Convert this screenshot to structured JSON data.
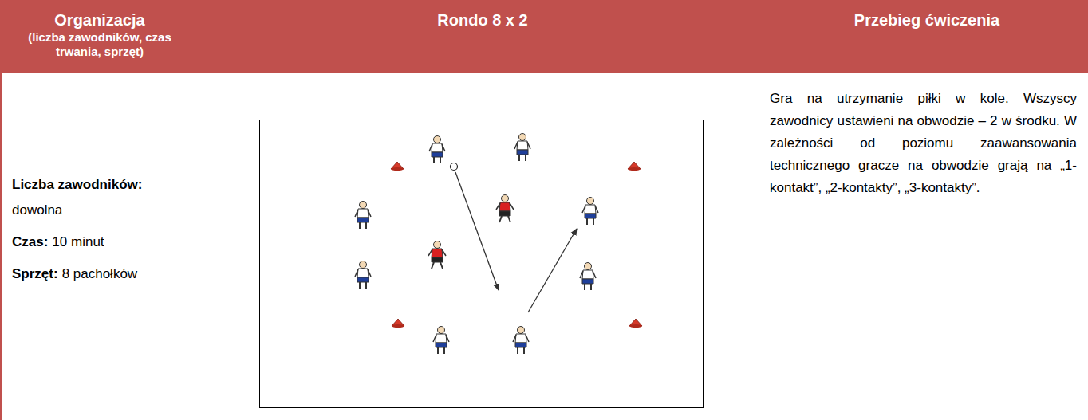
{
  "diagram": {
    "nodes": [
      {
        "text": [
          "Organizacja",
          "(liczba zawodników, czas trwania, sprzęt)"
        ]
      },
      {
        "text": [
          "Rondo 8 x 2"
        ]
      },
      {
        "text": [
          "Przebieg ćwiczenia"
        ]
      }
    ],
    "labels": [
      "Liczba zawodników:",
      "dowolna",
      "Czas:",
      "10 minut",
      "Sprzęt:",
      "8 pachołków",
      "Gra na utrzymanie piłki w kole. Wszyscy zawodnicy ustawieni na obwodzie – 2 w środku. W zależności od poziomu zaawansowania technicznego gracze na obwodzie grają na „1-kontakt”, „2-kontakty”, „3-kontakty”."
    ]
  }
}
